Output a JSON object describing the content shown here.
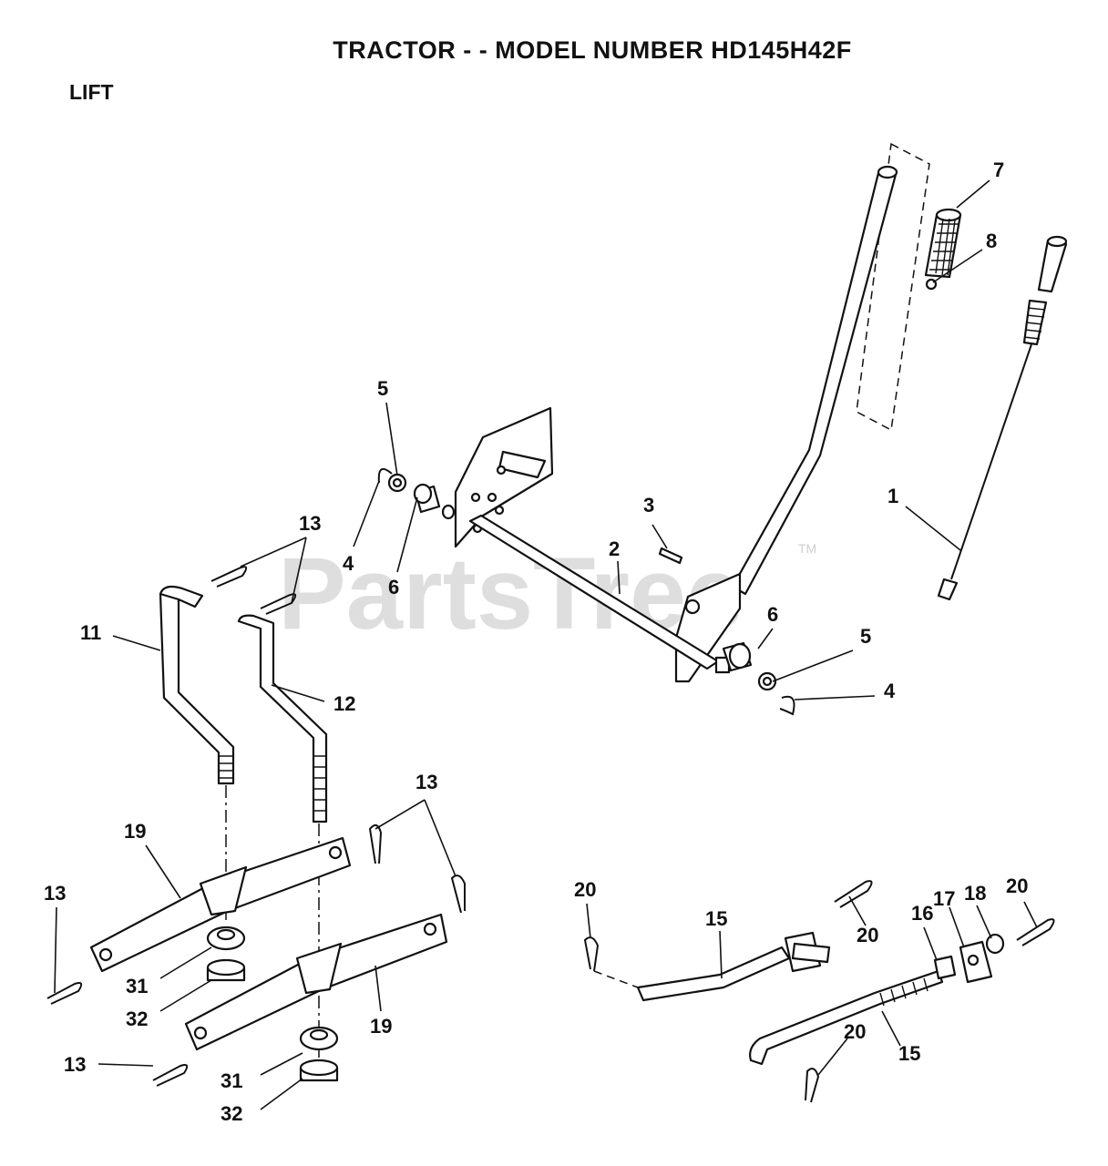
{
  "title": "TRACTOR - - MODEL NUMBER HD145H42F",
  "section": "LIFT",
  "watermark": {
    "text": "PartsTree",
    "trademark": "TM"
  },
  "callouts": [
    {
      "id": "c7",
      "text": "7"
    },
    {
      "id": "c8",
      "text": "8"
    },
    {
      "id": "c1",
      "text": "1"
    },
    {
      "id": "c5a",
      "text": "5"
    },
    {
      "id": "c4a",
      "text": "4"
    },
    {
      "id": "c6a",
      "text": "6"
    },
    {
      "id": "c3",
      "text": "3"
    },
    {
      "id": "c2",
      "text": "2"
    },
    {
      "id": "c13a",
      "text": "13"
    },
    {
      "id": "c11",
      "text": "11"
    },
    {
      "id": "c12",
      "text": "12"
    },
    {
      "id": "c6b",
      "text": "6"
    },
    {
      "id": "c5b",
      "text": "5"
    },
    {
      "id": "c4b",
      "text": "4"
    },
    {
      "id": "c13b",
      "text": "13"
    },
    {
      "id": "c19a",
      "text": "19"
    },
    {
      "id": "c13c",
      "text": "13"
    },
    {
      "id": "c31a",
      "text": "31"
    },
    {
      "id": "c32a",
      "text": "32"
    },
    {
      "id": "c19b",
      "text": "19"
    },
    {
      "id": "c13d",
      "text": "13"
    },
    {
      "id": "c31b",
      "text": "31"
    },
    {
      "id": "c32b",
      "text": "32"
    },
    {
      "id": "c20a",
      "text": "20"
    },
    {
      "id": "c15a",
      "text": "15"
    },
    {
      "id": "c20b",
      "text": "20"
    },
    {
      "id": "c16",
      "text": "16"
    },
    {
      "id": "c17",
      "text": "17"
    },
    {
      "id": "c18",
      "text": "18"
    },
    {
      "id": "c20c",
      "text": "20"
    },
    {
      "id": "c20d",
      "text": "20"
    },
    {
      "id": "c15b",
      "text": "15"
    }
  ]
}
